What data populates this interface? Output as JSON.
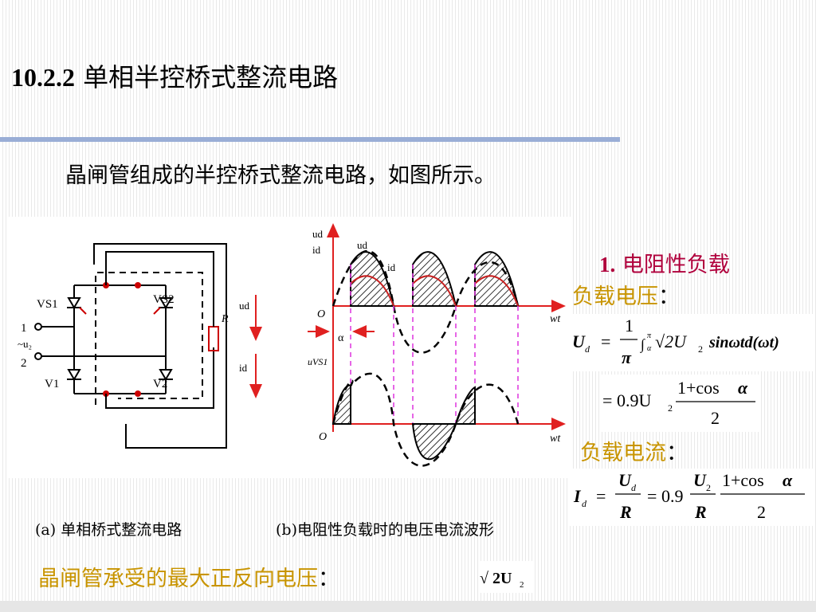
{
  "title": {
    "number": "10.2.2",
    "text": "单相半控桥式整流电路"
  },
  "intro": "晶闸管组成的半控桥式整流电路，如图所示。",
  "circuit": {
    "vs1": "VS1",
    "vs2": "VS2",
    "v1": "V1",
    "v2": "V2",
    "node1": "1",
    "node2": "2",
    "u2": "~u₂",
    "r": "R",
    "ud": "ud",
    "id": "id"
  },
  "waveform": {
    "ud_axis": "ud",
    "id_axis": "id",
    "ud_curve": "ud",
    "id_curve": "id",
    "origin_top": "O",
    "origin_bottom": "O",
    "alpha": "α",
    "wt_top": "wt",
    "wt_bottom": "wt",
    "uvs1": "uVS1"
  },
  "caption_a": "(a) 单相桥式整流电路",
  "caption_b": "(b)电阻性负载时的电压电流波形",
  "section1": {
    "number": "1.",
    "text": "电阻性负载"
  },
  "load_voltage_label": "负载电压",
  "load_current_label": "负载电流",
  "colon": "：",
  "formulas": {
    "ud_lhs": "U",
    "ud_sub": "d",
    "eq": "=",
    "one": "1",
    "pi": "π",
    "integral": "∫",
    "int_upper": "π",
    "int_lower": "α",
    "root2u2": "√2U",
    "sub2": "2",
    "integrand": "sinωtd(ωt)",
    "coef": "0.9U",
    "one_plus_cos": "1+cos",
    "alpha": "α",
    "two": "2",
    "id_lhs": "I",
    "id_sub": "d",
    "R": "R",
    "ud_frac_num": "U",
    "ud_frac_sub": "d",
    "zero9": "0.9",
    "u2_num": "U"
  },
  "max_voltage_label": "晶闸管承受的最大正反向电压",
  "max_voltage_value": {
    "prefix": "√",
    "main": "2U",
    "sub": "2"
  },
  "colors": {
    "title_rule": "#9aaed6",
    "section": "#b0003c",
    "label": "#c89400",
    "arrow": "#e02020",
    "curve_red": "#c82020",
    "dash_magenta": "#e040e0"
  }
}
